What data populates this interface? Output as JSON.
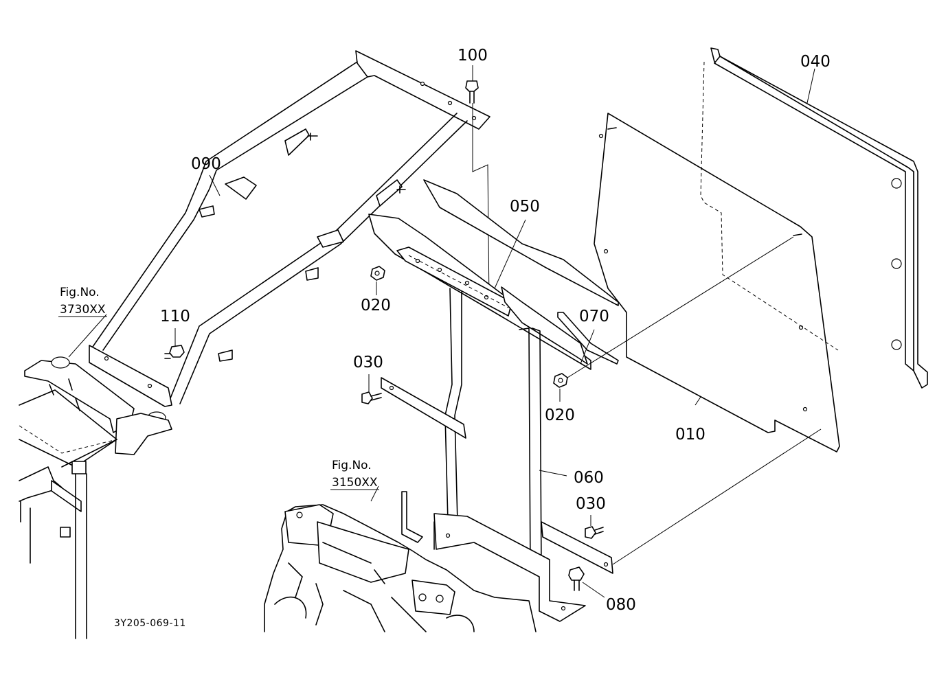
{
  "callouts": {
    "p010": "010",
    "p020a": "020",
    "p020b": "020",
    "p030a": "030",
    "p030b": "030",
    "p040": "040",
    "p050": "050",
    "p060": "060",
    "p070": "070",
    "p080": "080",
    "p090": "090",
    "p100": "100",
    "p110": "110"
  },
  "fig_refs": {
    "left": {
      "caption": "Fig.No.",
      "number": "3730XX"
    },
    "bottom": {
      "caption": "Fig.No.",
      "number": "3150XX"
    }
  },
  "drawing_code": "3Y205-069-11",
  "colors": {
    "line": "#000000",
    "background": "#ffffff"
  }
}
